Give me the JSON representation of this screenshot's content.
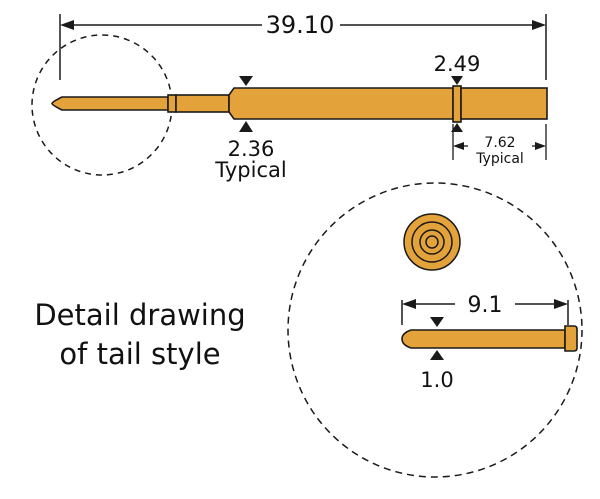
{
  "dimensions": {
    "overall_length": "39.10",
    "head_diameter": "2.49",
    "barrel_diameter": "2.36",
    "barrel_diameter_note": "Typical",
    "head_length": "7.62",
    "head_length_note": "Typical",
    "tail_length": "9.1",
    "tail_diameter": "1.0"
  },
  "caption": {
    "line1": "Detail drawing",
    "line2": "of tail style"
  },
  "colors": {
    "body_fill": "#e3a23a",
    "outline": "#1a1a1a"
  }
}
